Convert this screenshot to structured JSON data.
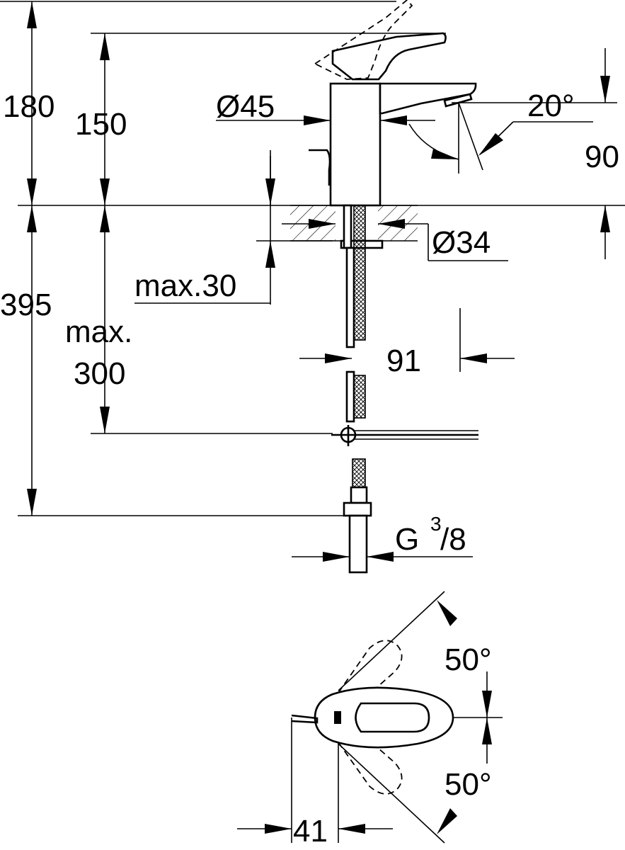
{
  "dimensions": {
    "d180": "180",
    "d150": "150",
    "d45": "Ø45",
    "d20": "20°",
    "d90": "90",
    "d34": "Ø34",
    "dmax30": "max.30",
    "d395": "395",
    "dmax_line1": "max.",
    "dmax_line2": "300",
    "d91": "91",
    "thread_g": "G",
    "thread_num": "3",
    "thread_den": "/8",
    "d50_top": "50°",
    "d50_bottom": "50°",
    "d41": "41"
  }
}
